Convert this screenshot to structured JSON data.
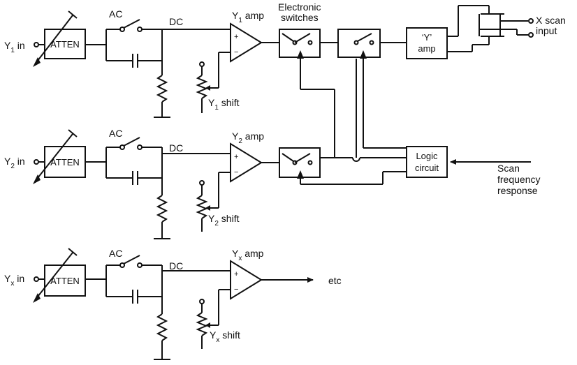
{
  "channels": [
    {
      "input_label": "Y",
      "input_sub": "1",
      "input_suffix": " in",
      "atten_label": "ATTEN",
      "ac_label": "AC",
      "dc_label": "DC",
      "amp_label": "Y",
      "amp_sub": "1",
      "amp_suffix": " amp",
      "shift_label": "Y",
      "shift_sub": "1",
      "shift_suffix": " shift"
    },
    {
      "input_label": "Y",
      "input_sub": "2",
      "input_suffix": " in",
      "atten_label": "ATTEN",
      "ac_label": "AC",
      "dc_label": "DC",
      "amp_label": "Y",
      "amp_sub": "2",
      "amp_suffix": " amp",
      "shift_label": "Y",
      "shift_sub": "2",
      "shift_suffix": " shift"
    },
    {
      "input_label": "Y",
      "input_sub": "x",
      "input_suffix": " in",
      "atten_label": "ATTEN",
      "ac_label": "AC",
      "dc_label": "DC",
      "amp_label": "Y",
      "amp_sub": "x",
      "amp_suffix": " amp",
      "shift_label": "Y",
      "shift_sub": "x",
      "shift_suffix": " shift"
    }
  ],
  "amp_plus": "+",
  "amp_minus": "−",
  "electronic_switches_line1": "Electronic",
  "electronic_switches_line2": "switches",
  "y_amp_line1": "‘Y’",
  "y_amp_line2": "amp",
  "x_scan_line1": "X scan",
  "x_scan_line2": "input",
  "logic_line1": "Logic",
  "logic_line2": "circuit",
  "scan_line1": "Scan",
  "scan_line2": "frequency",
  "scan_line3": "response",
  "etc_label": "etc"
}
